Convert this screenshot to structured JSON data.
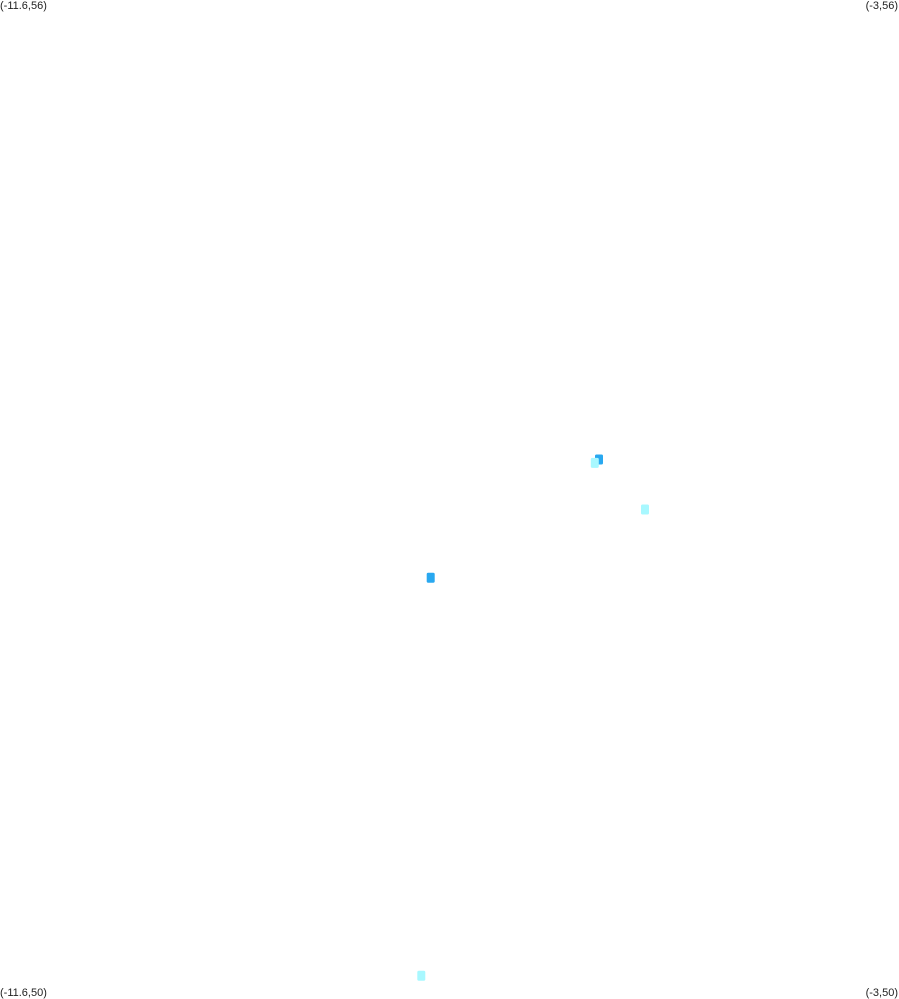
{
  "corner_labels": {
    "top_left": "(-11.6,56)",
    "top_right": "(-3,56)",
    "bottom_left": "(-11.6,50)",
    "bottom_right": "(-3,50)"
  },
  "extent": {
    "lon_min": -11.6,
    "lon_max": -3,
    "lat_min": 50,
    "lat_max": 56
  },
  "colors": {
    "background": "#ffffff",
    "dark_blue": "#29a8f0",
    "light_cyan": "#a8f8ff"
  },
  "features": [
    {
      "lon": -5.87,
      "lat": 53.24,
      "color": "dark_blue"
    },
    {
      "lon": -5.91,
      "lat": 53.22,
      "color": "light_cyan"
    },
    {
      "lon": -5.43,
      "lat": 52.94,
      "color": "light_cyan"
    },
    {
      "lon": -7.48,
      "lat": 52.53,
      "color": "dark_blue"
    },
    {
      "lon": -7.57,
      "lat": 50.14,
      "color": "light_cyan"
    }
  ]
}
